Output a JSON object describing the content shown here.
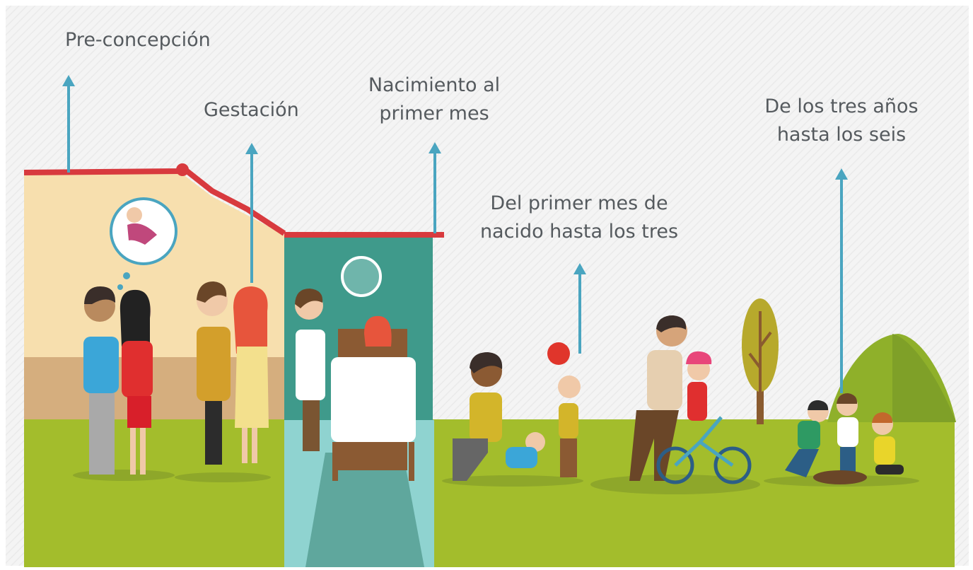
{
  "stages": [
    {
      "id": "preconcepcion",
      "lines": [
        "Pre-concepción"
      ]
    },
    {
      "id": "gestacion",
      "lines": [
        "Gestación"
      ]
    },
    {
      "id": "nacimiento",
      "lines": [
        "Nacimiento al",
        "primer mes"
      ]
    },
    {
      "id": "primer-mes",
      "lines": [
        "Del primer mes de",
        "nacido hasta los tres"
      ]
    },
    {
      "id": "tres-seis",
      "lines": [
        "De los tres años",
        "hasta los seis"
      ]
    }
  ],
  "colors": {
    "arrow": "#4aa5c0",
    "grass": "#a3bd2c",
    "house_wall": "#f7dfae",
    "house_wainscot": "#d5ae7e",
    "roof": "#d83a3e",
    "hospital": "#3f9a8b",
    "path": "#8fd3d0",
    "text": "#555a5e"
  }
}
